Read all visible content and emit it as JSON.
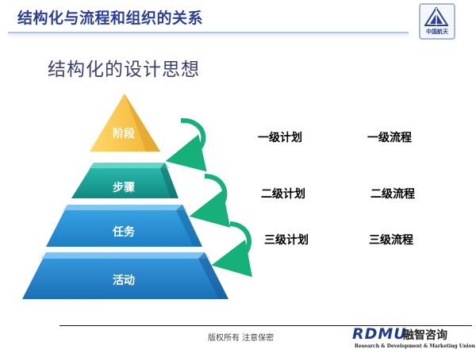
{
  "header": {
    "title": "结构化与流程和组织的关系"
  },
  "logo": {
    "text": "中国航天"
  },
  "slide": {
    "subtitle": "结构化的设计思想"
  },
  "pyramid": {
    "levels": [
      {
        "label": "阶段",
        "color": "#f5c04a"
      },
      {
        "label": "步骤",
        "color": "#1aa39a"
      },
      {
        "label": "任务",
        "color": "#2a8fd0"
      },
      {
        "label": "活动",
        "color": "#2a7fc4"
      }
    ]
  },
  "rows": [
    {
      "plan": "一级计划",
      "process": "一级流程"
    },
    {
      "plan": "二级计划",
      "process": "二级流程"
    },
    {
      "plan": "三级计划",
      "process": "三级流程"
    }
  ],
  "footer": {
    "copyright": "版权所有  注意保密",
    "brand": "RDMU",
    "brand_cn": "融智咨询",
    "brand_sub": "Research & Development & Marketing Union"
  },
  "colors": {
    "arrow": "#16b07a",
    "title": "#2a3f9a"
  }
}
